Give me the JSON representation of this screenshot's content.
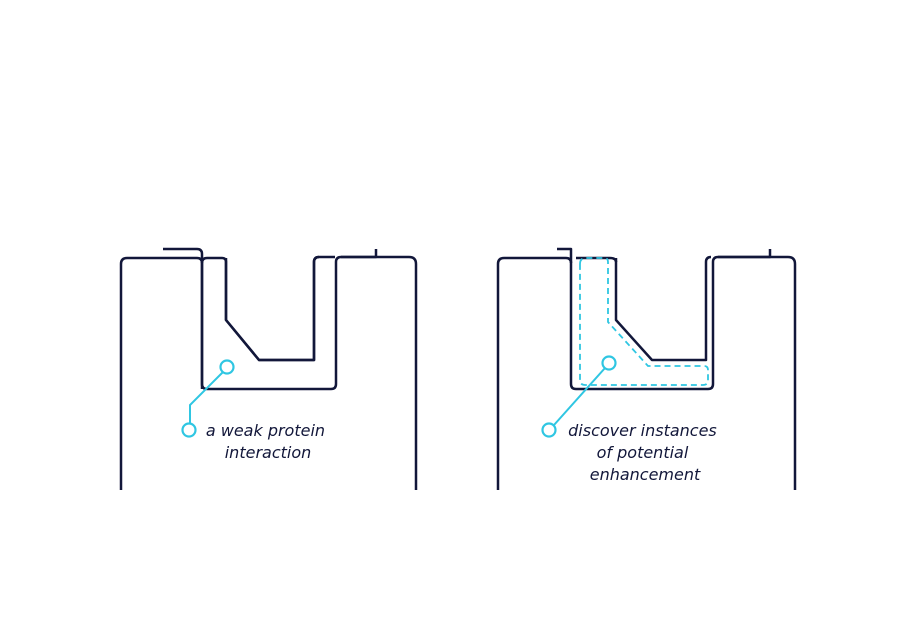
{
  "colors": {
    "outline": "#12173a",
    "accent": "#2fc6e2",
    "background": "#ffffff"
  },
  "panels": [
    {
      "caption_lines": [
        "a weak protein",
        "interaction"
      ]
    },
    {
      "caption_lines": [
        "discover instances",
        "of potential",
        "enhancement"
      ]
    }
  ]
}
